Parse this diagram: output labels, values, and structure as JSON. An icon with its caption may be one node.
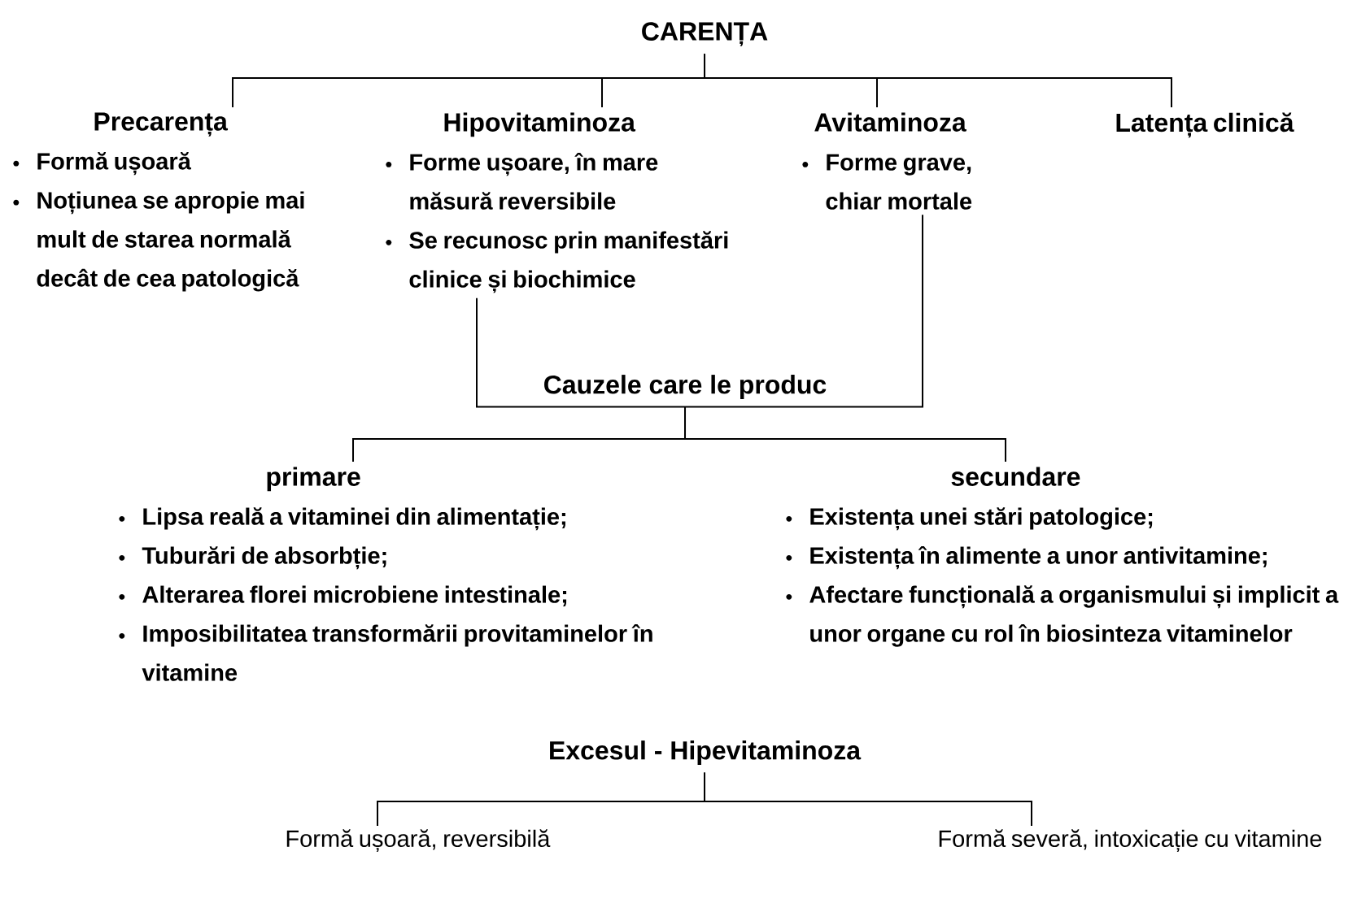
{
  "diagram": {
    "nodes": [
      {
        "text": [
          "CARENȚA"
        ]
      },
      {
        "text": [
          "Precarența",
          "Formă ușoară",
          "Noțiunea se apropie mai mult de starea normală decât de cea patologică"
        ]
      },
      {
        "text": [
          "Hipovitaminoza",
          "Forme ușoare, în mare măsură reversibile",
          "Se recunosc prin manifestări clinice și biochimice"
        ]
      },
      {
        "text": [
          "Avitaminoza",
          "Forme grave, chiar mortale"
        ]
      },
      {
        "text": [
          "Latența clinică"
        ]
      },
      {
        "text": [
          "Cauzele care le produc"
        ]
      },
      {
        "text": [
          "primare",
          "Lipsa reală a vitaminei din alimentație;",
          "Tuburări de absorbție;",
          "Alterarea florei microbiene intestinale;",
          "Imposibilitatea  transformării provitaminelor  în vitamine"
        ]
      },
      {
        "text": [
          "secundare",
          "Existența unei stări patologice;",
          "Existența în alimente a unor antivitamine;",
          "Afectare funcțională a organismului și implicit a unor organe cu rol în biosinteza vitaminelor"
        ]
      },
      {
        "text": [
          "Excesul - Hipevitaminoza"
        ]
      },
      {
        "text": [
          "Formă ușoară, reversibilă"
        ]
      },
      {
        "text": [
          "Formă severă, intoxicație cu vitamine"
        ]
      }
    ],
    "edges": [
      {
        "from": 0,
        "to": 1,
        "arrow": "none"
      },
      {
        "from": 0,
        "to": 2,
        "arrow": "none"
      },
      {
        "from": 0,
        "to": 3,
        "arrow": "none"
      },
      {
        "from": 0,
        "to": 4,
        "arrow": "none"
      },
      {
        "from": 2,
        "to": 5,
        "arrow": "none"
      },
      {
        "from": 3,
        "to": 5,
        "arrow": "none"
      },
      {
        "from": 5,
        "to": 6,
        "arrow": "none"
      },
      {
        "from": 5,
        "to": 7,
        "arrow": "none"
      },
      {
        "from": 8,
        "to": 9,
        "arrow": "none"
      },
      {
        "from": 8,
        "to": 10,
        "arrow": "none"
      }
    ]
  }
}
